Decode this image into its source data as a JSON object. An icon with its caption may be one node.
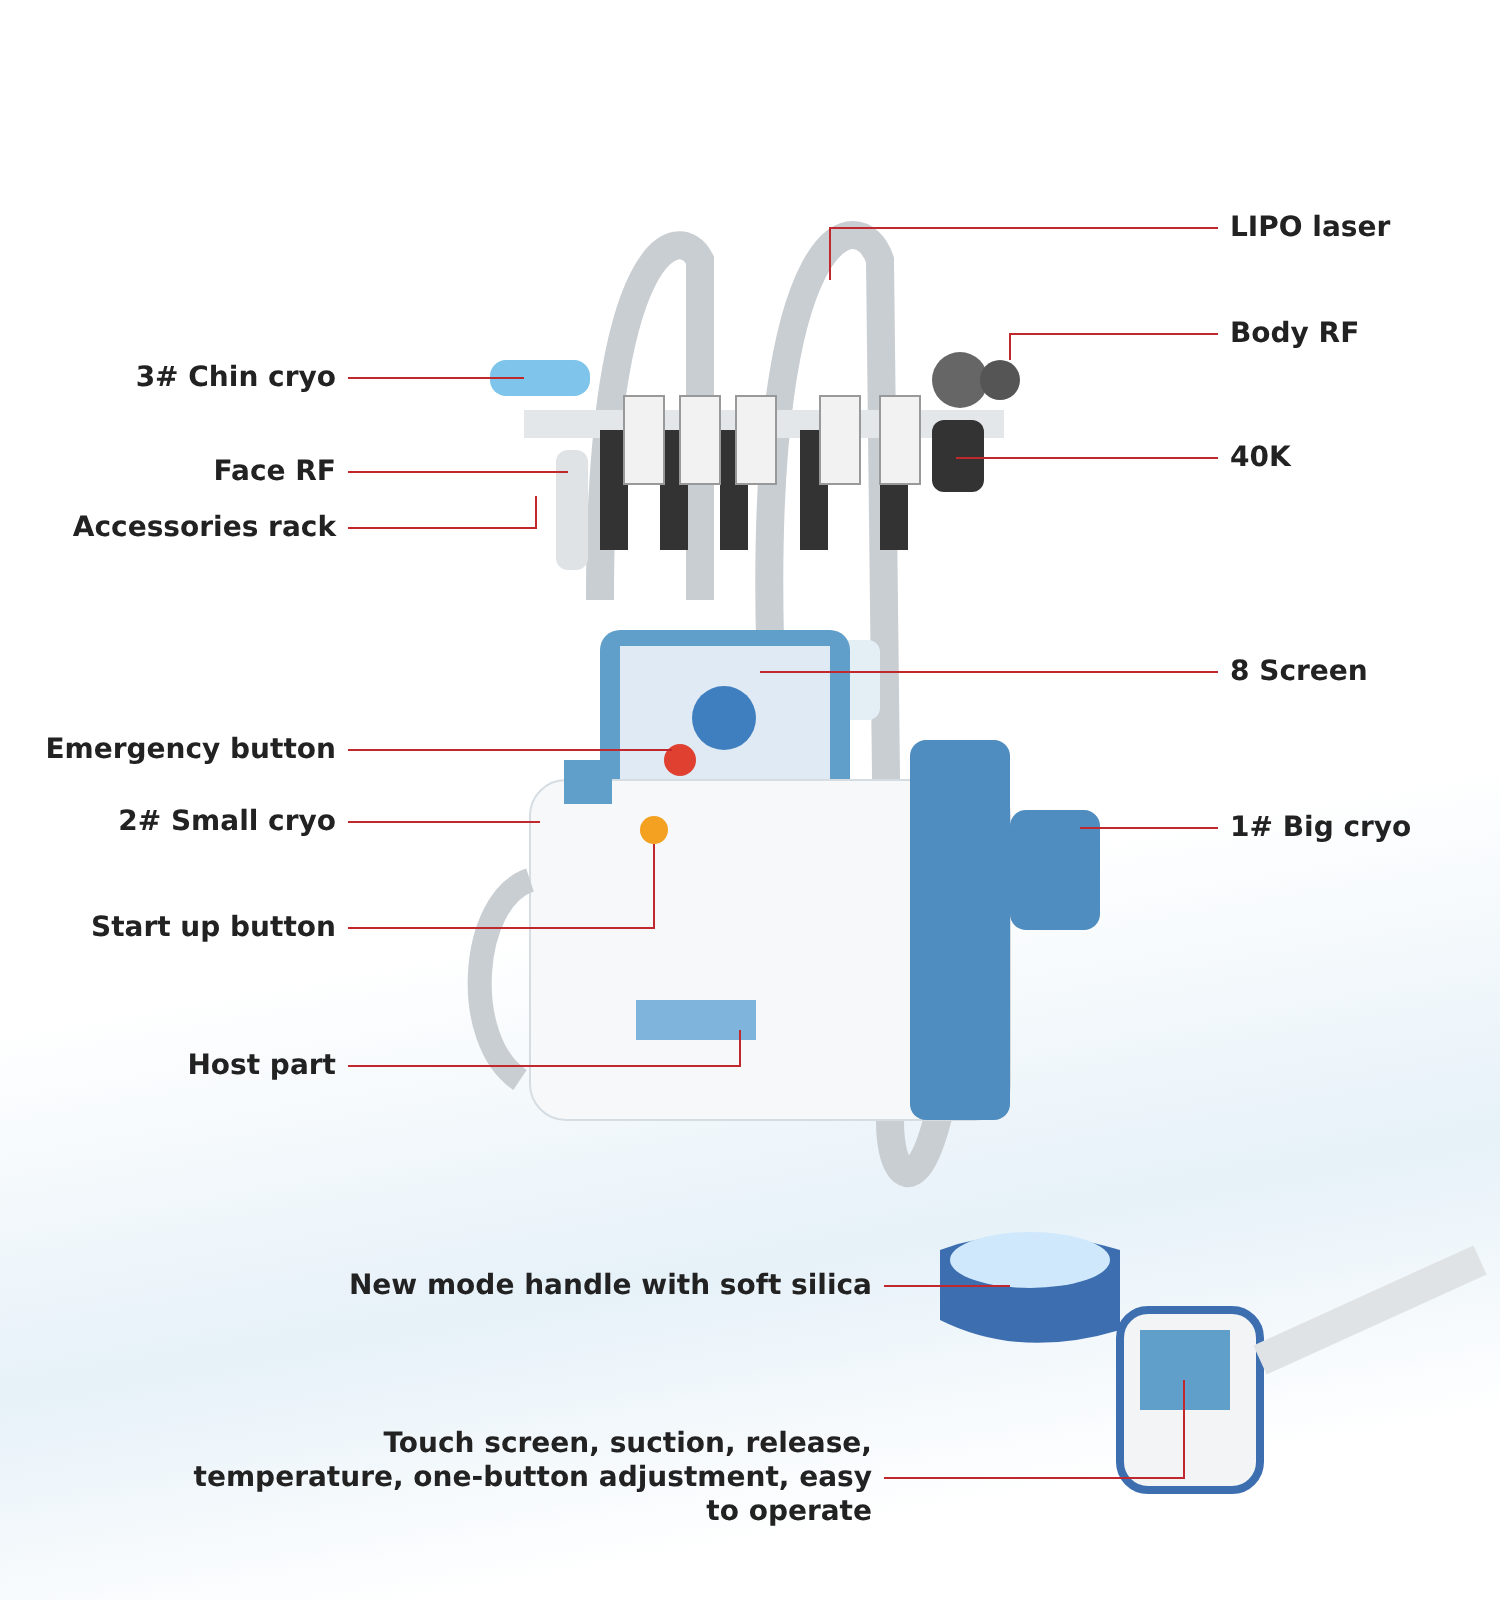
{
  "diagram": {
    "nodes": [
      {
        "text": [
          "LIPO laser"
        ]
      },
      {
        "text": [
          "Body RF"
        ]
      },
      {
        "text": [
          "3# Chin cryo"
        ]
      },
      {
        "text": [
          "Face RF"
        ]
      },
      {
        "text": [
          "40K"
        ]
      },
      {
        "text": [
          "Accessories rack"
        ]
      },
      {
        "text": [
          "8 Screen"
        ]
      },
      {
        "text": [
          "Emergency button"
        ]
      },
      {
        "text": [
          "2# Small cryo"
        ]
      },
      {
        "text": [
          "1# Big cryo"
        ]
      },
      {
        "text": [
          "Start up button"
        ]
      },
      {
        "text": [
          "Host part"
        ]
      },
      {
        "text": [
          "New mode handle with soft silica"
        ]
      },
      {
        "text": [
          "Touch screen, suction, release, temperature, one-button adjustment, easy to operate"
        ]
      }
    ],
    "edges": [
      {
        "from": 0,
        "to": null,
        "arrow": "none"
      },
      {
        "from": 1,
        "to": null,
        "arrow": "none"
      },
      {
        "from": 2,
        "to": null,
        "arrow": "none"
      },
      {
        "from": 3,
        "to": null,
        "arrow": "none"
      },
      {
        "from": 4,
        "to": null,
        "arrow": "none"
      },
      {
        "from": 5,
        "to": null,
        "arrow": "none"
      },
      {
        "from": 6,
        "to": null,
        "arrow": "none"
      },
      {
        "from": 7,
        "to": null,
        "arrow": "none"
      },
      {
        "from": 8,
        "to": null,
        "arrow": "none"
      },
      {
        "from": 9,
        "to": null,
        "arrow": "none"
      },
      {
        "from": 10,
        "to": null,
        "arrow": "none"
      },
      {
        "from": 11,
        "to": null,
        "arrow": "none"
      },
      {
        "from": 12,
        "to": null,
        "arrow": "none"
      },
      {
        "from": 13,
        "to": null,
        "arrow": "none"
      }
    ]
  }
}
